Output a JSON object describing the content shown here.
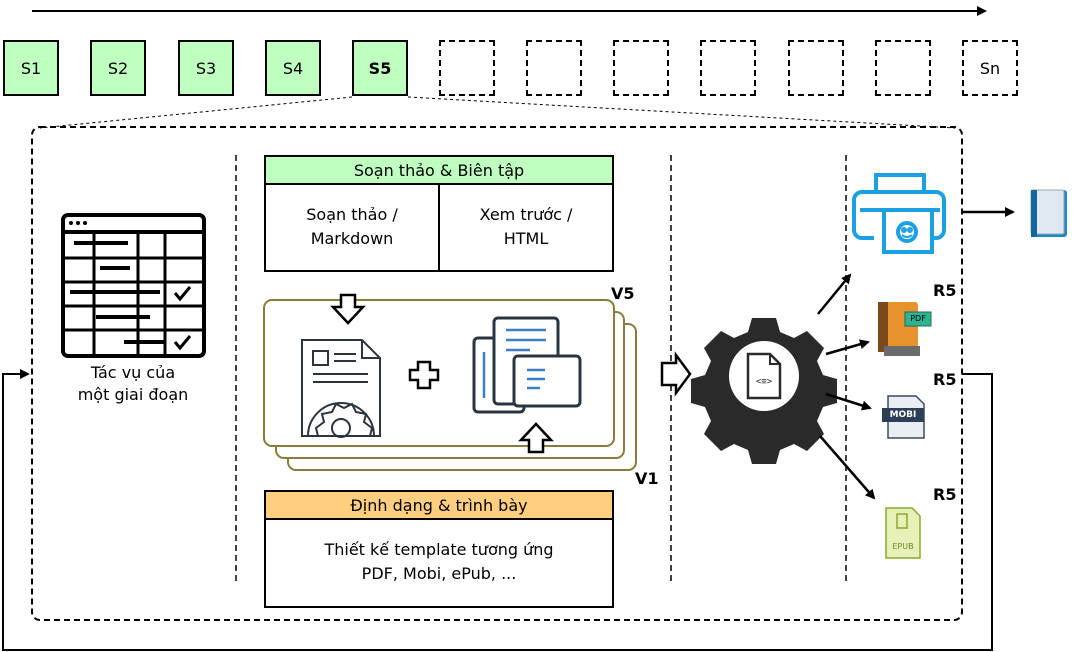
{
  "stages": {
    "filled": [
      "S1",
      "S2",
      "S3",
      "S4"
    ],
    "current": "S5",
    "last": "Sn"
  },
  "task_label": {
    "line1": "Tác vụ của",
    "line2": "một giai đoạn"
  },
  "editing_panel": {
    "title": "Soạn thảo & Biên tập",
    "left": [
      "Soạn thảo /",
      "Markdown"
    ],
    "right": [
      "Xem trước /",
      "HTML"
    ],
    "header_color": "#bfffbf"
  },
  "versions": {
    "latest": "V5",
    "first": "V1",
    "frame_color": "#8b7a3a"
  },
  "format_panel": {
    "title": "Định dạng & trình bày",
    "body": [
      "Thiết kế template tương ứng",
      "PDF, Mobi, ePub, ..."
    ],
    "header_color": "#ffcf7f"
  },
  "outputs": {
    "release_labels": [
      "R5",
      "R5",
      "R5"
    ],
    "icons": [
      "printer-icon",
      "pdf-book-icon",
      "mobi-icon",
      "epub-icon",
      "book-icon"
    ],
    "badges": {
      "pdf": "PDF",
      "mobi": "MOBI",
      "epub": "EPUB"
    },
    "printer_color": "#1ba1e2"
  }
}
